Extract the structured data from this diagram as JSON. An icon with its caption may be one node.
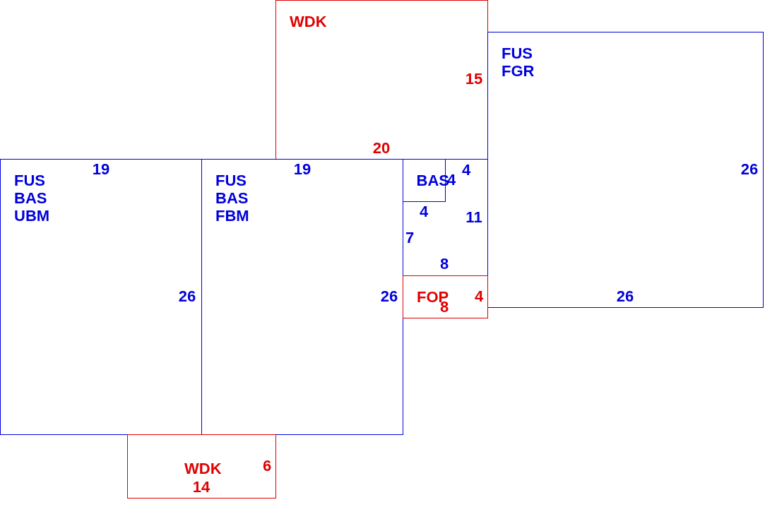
{
  "diagram": {
    "nodes": [
      {
        "text": [
          "WDK"
        ]
      },
      {
        "text": [
          "FUS",
          "FGR"
        ]
      },
      {
        "text": [
          "FUS",
          "BAS",
          "UBM"
        ]
      },
      {
        "text": [
          "FUS",
          "BAS",
          "FBM"
        ]
      },
      {
        "text": [],
        "shape": "box"
      },
      {
        "text": [
          "BAS"
        ],
        "in": 4
      },
      {
        "text": [
          "FOP"
        ]
      },
      {
        "text": [
          "WDK"
        ]
      }
    ],
    "labels": [
      "15",
      "20",
      "19",
      "19",
      "4",
      "26",
      "4",
      "4",
      "11",
      "7",
      "8",
      "26",
      "26",
      "4",
      "26",
      "8",
      "6",
      "14"
    ]
  }
}
